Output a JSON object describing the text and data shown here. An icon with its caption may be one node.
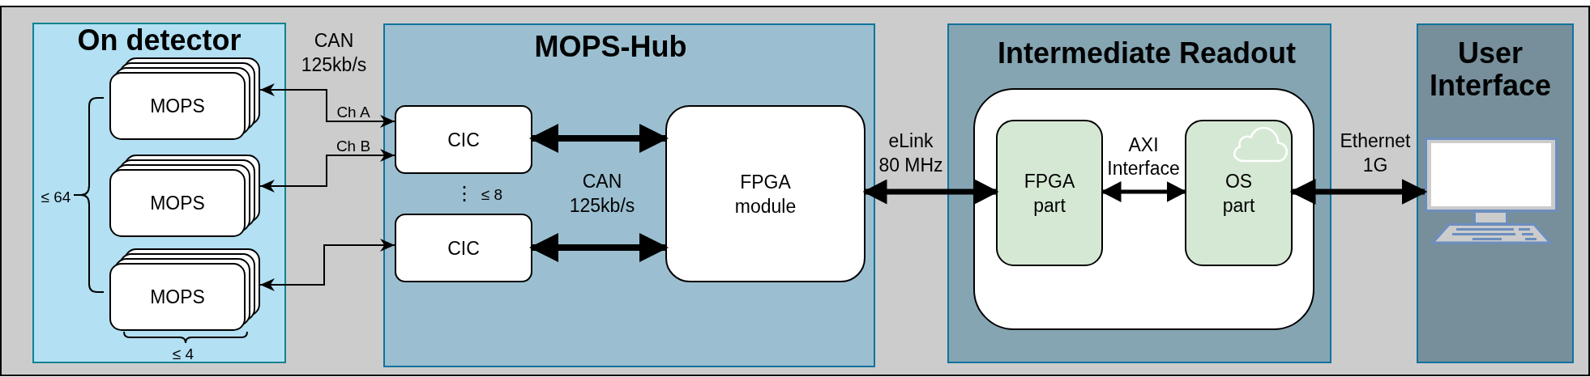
{
  "diagram": {
    "nodes": [
      {
        "text": [
          "On detector"
        ]
      },
      {
        "text": [
          "MOPS"
        ],
        "in": 0
      },
      {
        "text": [
          "MOPS"
        ],
        "in": 0
      },
      {
        "text": [
          "MOPS"
        ],
        "in": 0
      },
      {
        "text": [
          "MOPS-Hub"
        ]
      },
      {
        "text": [
          "CIC"
        ],
        "in": 4
      },
      {
        "text": [
          "CIC"
        ],
        "in": 4
      },
      {
        "text": [
          "FPGA module"
        ],
        "in": 4
      },
      {
        "text": [
          "Intermediate Readout"
        ]
      },
      {
        "text": [],
        "shape": "box",
        "in": 8
      },
      {
        "text": [
          "FPGA part"
        ],
        "in": 9
      },
      {
        "text": [
          "OS part"
        ],
        "in": 9
      },
      {
        "text": [
          "User Interface"
        ]
      },
      {
        "text": [],
        "shape": "computer",
        "in": 12
      }
    ],
    "edges": [
      {
        "from": 1,
        "to": 5,
        "arrow": "both",
        "label": "Ch A"
      },
      {
        "from": 2,
        "to": 5,
        "arrow": "both",
        "label": "Ch B"
      },
      {
        "from": 3,
        "to": 6,
        "arrow": "both"
      },
      {
        "from": 5,
        "to": 7,
        "arrow": "both"
      },
      {
        "from": 6,
        "to": 7,
        "arrow": "both"
      },
      {
        "from": 7,
        "to": 10,
        "arrow": "both",
        "label": "eLink 80 MHz"
      },
      {
        "from": 10,
        "to": 11,
        "arrow": "both",
        "label": "AXI Interface"
      },
      {
        "from": 11,
        "to": 13,
        "arrow": "both",
        "label": "Ethernet 1G"
      }
    ],
    "labels": [
      "CAN 125kb/s",
      "≤ 64",
      "⋮",
      "≤ 8",
      "CAN 125kb/s",
      "≤ 4"
    ]
  }
}
